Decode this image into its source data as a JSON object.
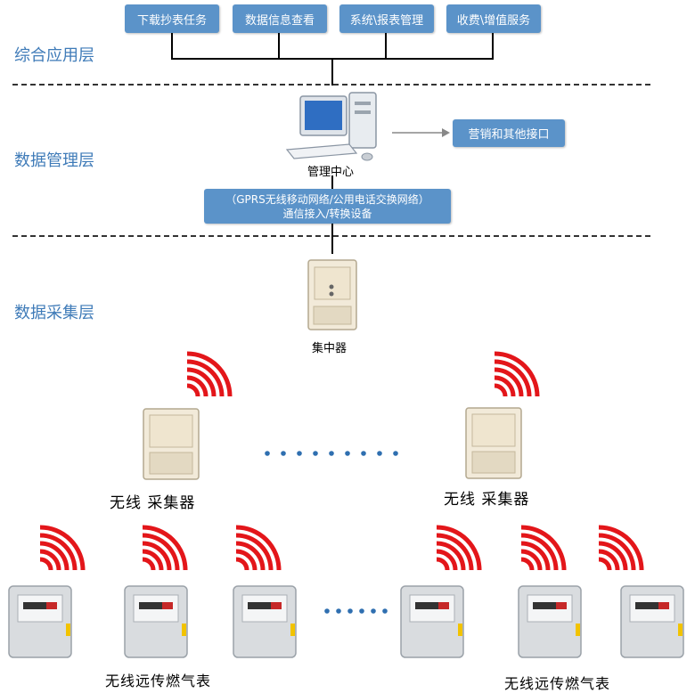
{
  "top_buttons": [
    "下载抄表任务",
    "数据信息查看",
    "系统\\报表管理",
    "收费\\增值服务"
  ],
  "layers": {
    "app": "综合应用层",
    "mgmt": "数据管理层",
    "collect": "数据采集层"
  },
  "mgmt_center": "管理中心",
  "interface_btn": "营销和其他接口",
  "network_box": {
    "line1": "（GPRS无线移动网络/公用电话交换网络）",
    "line2": "通信接入/转换设备"
  },
  "concentrator": "集中器",
  "collectors": [
    "无线 采集器",
    "无线 采集器"
  ],
  "meter_labels": [
    "无线远传燃气表",
    "无线远传燃气表"
  ],
  "colors": {
    "accent": "#5b93c9",
    "layer_text": "#3f7bb8",
    "wave": "#e3161a",
    "dots": "#2f6fb0"
  }
}
